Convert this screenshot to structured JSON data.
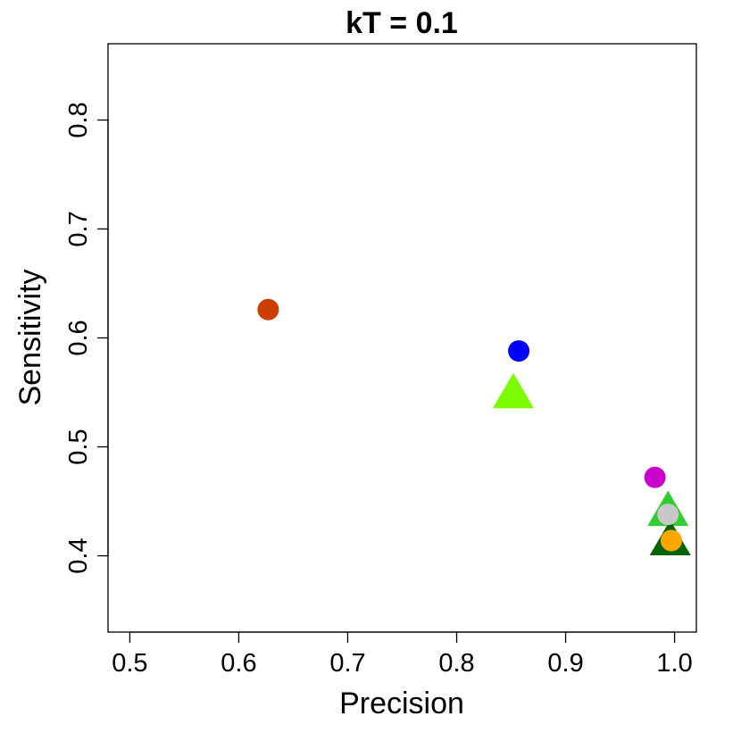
{
  "chart_data": {
    "type": "scatter",
    "title": "kT = 0.1",
    "xlabel": "Precision",
    "ylabel": "Sensitivity",
    "xlim": [
      0.48,
      1.02
    ],
    "ylim": [
      0.33,
      0.87
    ],
    "xticks": [
      0.5,
      0.6,
      0.7,
      0.8,
      0.9,
      1.0
    ],
    "xtick_labels": [
      "0.5",
      "0.6",
      "0.7",
      "0.8",
      "0.9",
      "1.0"
    ],
    "yticks": [
      0.4,
      0.5,
      0.6,
      0.7,
      0.8
    ],
    "ytick_labels": [
      "0.4",
      "0.5",
      "0.6",
      "0.7",
      "0.8"
    ],
    "grid": false,
    "legend": "none",
    "points": [
      {
        "x": 0.627,
        "y": 0.626,
        "shape": "circle",
        "color": "#cc3d00"
      },
      {
        "x": 0.857,
        "y": 0.588,
        "shape": "circle",
        "color": "#0000ff"
      },
      {
        "x": 0.852,
        "y": 0.549,
        "shape": "triangle",
        "color": "#7cfc00"
      },
      {
        "x": 0.982,
        "y": 0.472,
        "shape": "circle",
        "color": "#cc00cc"
      },
      {
        "x": 0.994,
        "y": 0.441,
        "shape": "triangle",
        "color": "#32cd32"
      },
      {
        "x": 0.996,
        "y": 0.414,
        "shape": "triangle",
        "color": "#006400"
      },
      {
        "x": 0.994,
        "y": 0.438,
        "shape": "circle",
        "color": "#c8c8c8"
      },
      {
        "x": 0.997,
        "y": 0.414,
        "shape": "circle",
        "color": "#ffa500"
      }
    ]
  }
}
